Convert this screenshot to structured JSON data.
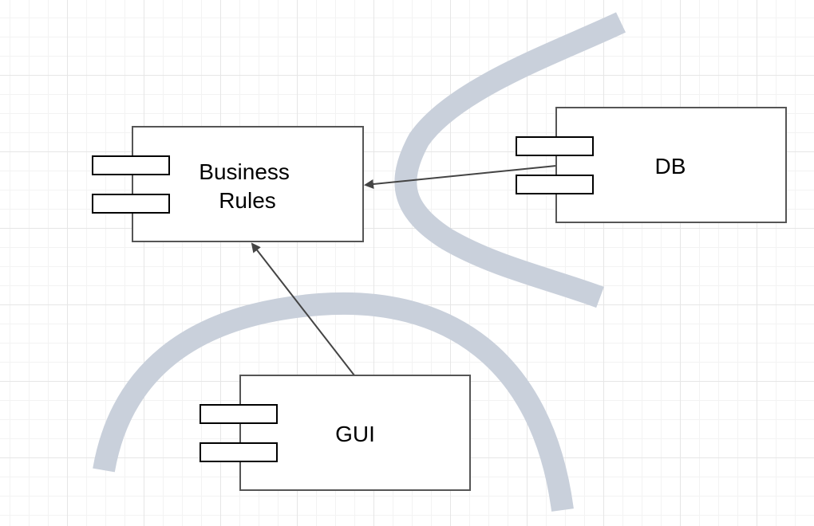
{
  "diagram": {
    "components": [
      {
        "id": "business-rules",
        "label_lines": [
          "Business",
          "Rules"
        ]
      },
      {
        "id": "db",
        "label_lines": [
          "DB"
        ]
      },
      {
        "id": "gui",
        "label_lines": [
          "GUI"
        ]
      }
    ],
    "dependencies": [
      {
        "from": "db",
        "to": "business-rules"
      },
      {
        "from": "gui",
        "to": "business-rules"
      }
    ],
    "boundaries": [
      {
        "name": "db-boundary"
      },
      {
        "name": "gui-boundary"
      }
    ],
    "colors": {
      "box_stroke": "#555555",
      "port_stroke": "#000000",
      "arrow": "#444444",
      "boundary": "#c9d0db",
      "grid_major": "#e6e6e6",
      "grid_minor": "#f3f3f3"
    }
  }
}
